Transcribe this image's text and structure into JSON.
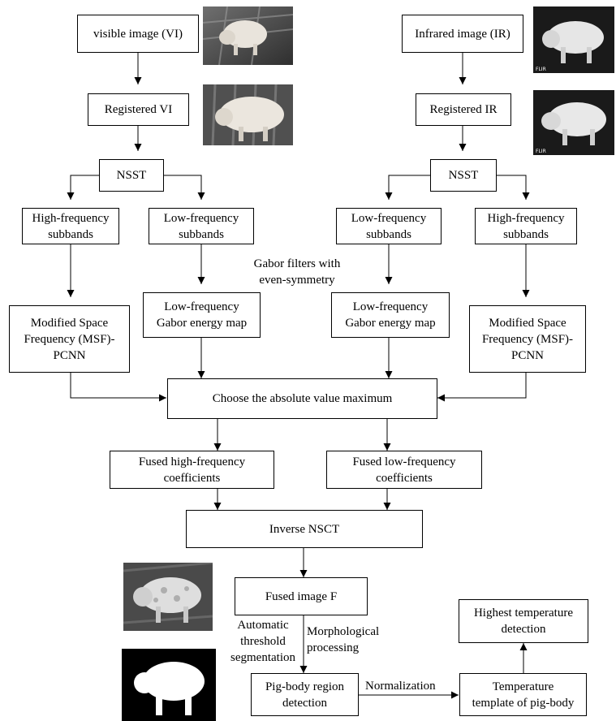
{
  "nodes": {
    "vi_input": "visible image (VI)",
    "ir_input": "Infrared image (IR)",
    "vi_registered": "Registered VI",
    "ir_registered": "Registered IR",
    "nsst_left": "NSST",
    "nsst_right": "NSST",
    "vi_high_subbands": "High-frequency\nsubbands",
    "vi_low_subbands": "Low-frequency\nsubbands",
    "ir_low_subbands": "Low-frequency\nsubbands",
    "ir_high_subbands": "High-frequency\nsubbands",
    "vi_msf_pcnn": "Modified Space\nFrequency (MSF)-\nPCNN",
    "vi_gabor_map": "Low-frequency\nGabor energy map",
    "ir_gabor_map": "Low-frequency\nGabor energy map",
    "ir_msf_pcnn": "Modified Space\nFrequency (MSF)-\nPCNN",
    "choose_max": "Choose the absolute value maximum",
    "fused_high": "Fused high-frequency\ncoefficients",
    "fused_low": "Fused low-frequency\ncoefficients",
    "inverse_nsct": "Inverse NSCT",
    "fused_image": "Fused image F",
    "pig_region": "Pig-body region\ndetection",
    "temp_template": "Temperature\ntemplate of pig-body",
    "highest_temp": "Highest temperature\ndetection"
  },
  "annotations": {
    "gabor_filters": "Gabor filters with\neven-symmetry",
    "auto_threshold": "Automatic\nthreshold\nsegmentation",
    "morphological": "Morphological\nprocessing",
    "normalization": "Normalization"
  },
  "images": {
    "ir_watermark": "FLIR"
  }
}
